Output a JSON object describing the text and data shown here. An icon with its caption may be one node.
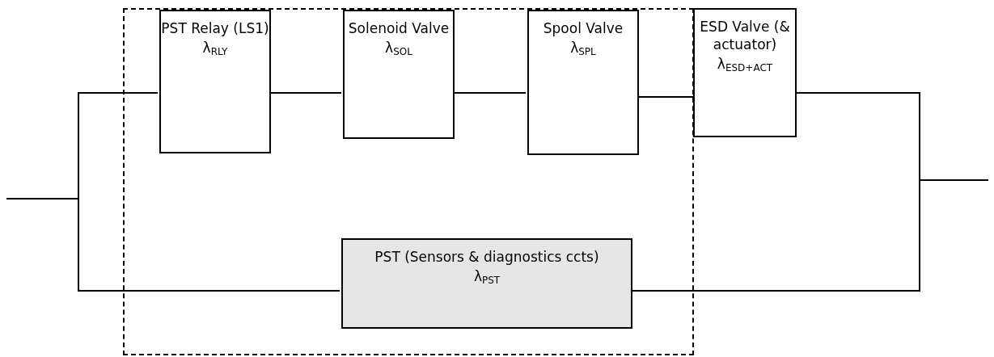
{
  "diagram": {
    "nodes": [
      {
        "text": [],
        "shape": "box"
      },
      {
        "text": [
          "PST Relay (LS1)",
          "λ$_{RLY}$"
        ],
        "in": 0
      },
      {
        "text": [
          "Solenoid Valve",
          "λ$_{SOL}$"
        ],
        "in": 0
      },
      {
        "text": [
          "Spool Valve",
          "λ$_{SPL}$"
        ],
        "in": 0
      },
      {
        "text": [
          "ESD Valve (& actuator)",
          "λ$_{ESD+ACT}$"
        ]
      },
      {
        "text": [
          "PST (Sensors & diagnostics ccts)",
          "λ$_{PST}$"
        ],
        "in": 0
      }
    ],
    "edges": [
      {
        "from": null,
        "to": 1,
        "arrow": "none"
      },
      {
        "from": null,
        "to": 5,
        "arrow": "none"
      },
      {
        "from": 1,
        "to": 2,
        "arrow": "none"
      },
      {
        "from": 2,
        "to": 3,
        "arrow": "none"
      },
      {
        "from": 3,
        "to": 4,
        "arrow": "none"
      },
      {
        "from": 4,
        "to": null,
        "arrow": "none"
      },
      {
        "from": 5,
        "to": null,
        "arrow": "none"
      }
    ]
  }
}
